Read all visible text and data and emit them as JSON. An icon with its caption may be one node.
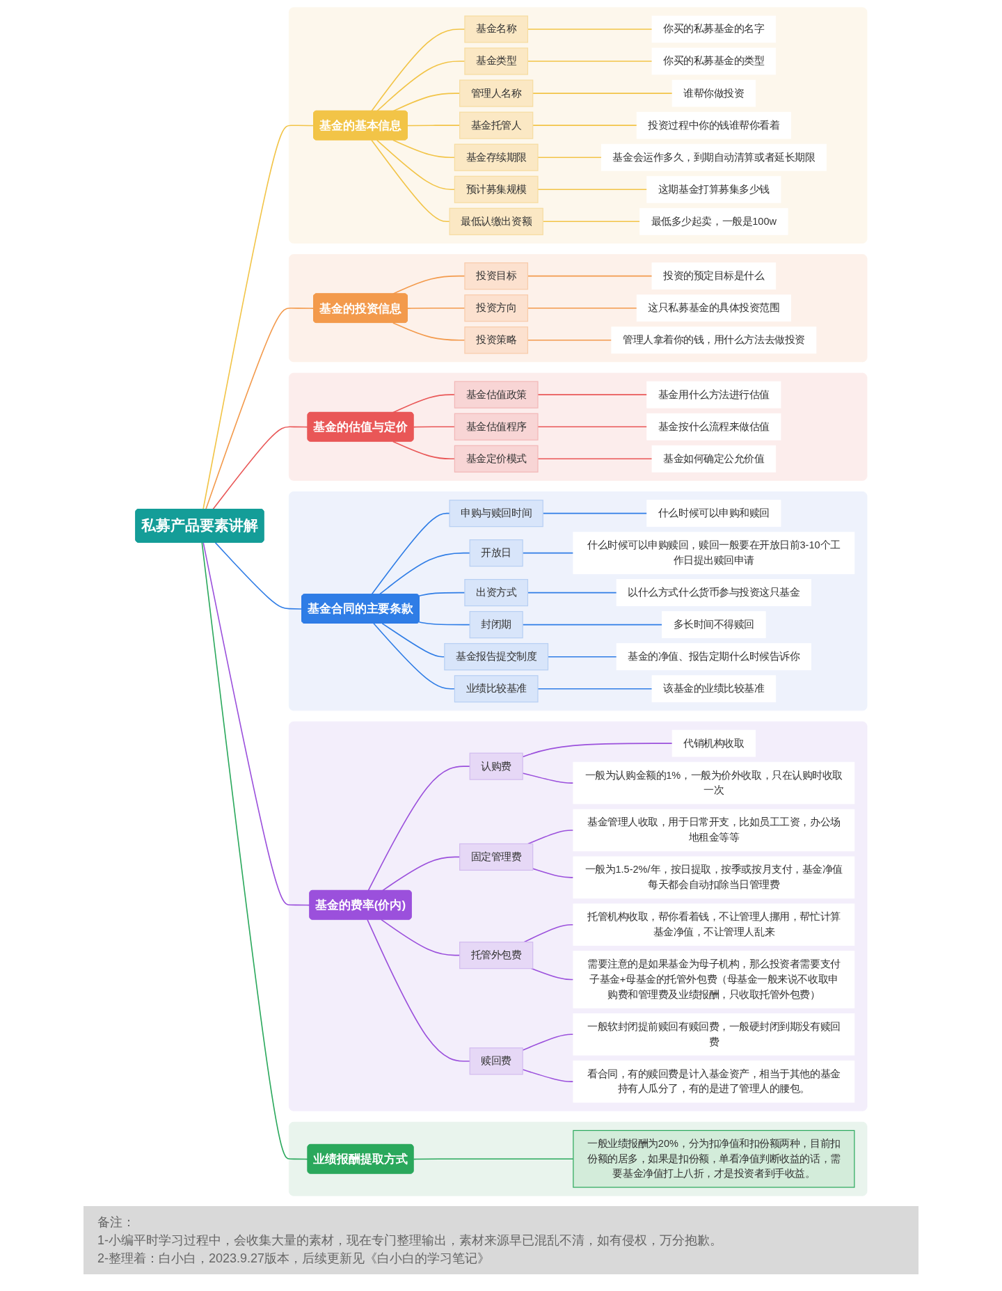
{
  "diagram": {
    "nodes": [
      {
        "text": [
          "私募产品要素讲解"
        ]
      },
      {
        "text": [],
        "shape": "box"
      },
      {
        "text": [
          "基金的基本信息"
        ],
        "in": 1
      },
      {
        "text": [
          "基金名称"
        ],
        "in": 1
      },
      {
        "text": [
          "你买的私募基金的名字"
        ],
        "in": 1
      },
      {
        "text": [
          "基金类型"
        ],
        "in": 1
      },
      {
        "text": [
          "你买的私募基金的类型"
        ],
        "in": 1
      },
      {
        "text": [
          "管理人名称"
        ],
        "in": 1
      },
      {
        "text": [
          "谁帮你做投资"
        ],
        "in": 1
      },
      {
        "text": [
          "基金托管人"
        ],
        "in": 1
      },
      {
        "text": [
          "投资过程中你的钱谁帮你看着"
        ],
        "in": 1
      },
      {
        "text": [
          "基金存续期限"
        ],
        "in": 1
      },
      {
        "text": [
          "基金会运作多久，到期自动清算或者延长期限"
        ],
        "in": 1
      },
      {
        "text": [
          "预计募集规模"
        ],
        "in": 1
      },
      {
        "text": [
          "这期基金打算募集多少钱"
        ],
        "in": 1
      },
      {
        "text": [
          "最低认缴出资额"
        ],
        "in": 1
      },
      {
        "text": [
          "最低多少起卖，一般是100w"
        ],
        "in": 1
      },
      {
        "text": [],
        "shape": "box"
      },
      {
        "text": [
          "基金的投资信息"
        ],
        "in": 17
      },
      {
        "text": [
          "投资目标"
        ],
        "in": 17
      },
      {
        "text": [
          "投资的预定目标是什么"
        ],
        "in": 17
      },
      {
        "text": [
          "投资方向"
        ],
        "in": 17
      },
      {
        "text": [
          "这只私募基金的具体投资范围"
        ],
        "in": 17
      },
      {
        "text": [
          "投资策略"
        ],
        "in": 17
      },
      {
        "text": [
          "管理人拿着你的钱，用什么方法去做投资"
        ],
        "in": 17
      },
      {
        "text": [],
        "shape": "box"
      },
      {
        "text": [
          "基金的估值与定价"
        ],
        "in": 25
      },
      {
        "text": [
          "基金估值政策"
        ],
        "in": 25
      },
      {
        "text": [
          "基金用什么方法进行估值"
        ],
        "in": 25
      },
      {
        "text": [
          "基金估值程序"
        ],
        "in": 25
      },
      {
        "text": [
          "基金按什么流程来做估值"
        ],
        "in": 25
      },
      {
        "text": [
          "基金定价模式"
        ],
        "in": 25
      },
      {
        "text": [
          "基金如何确定公允价值"
        ],
        "in": 25
      },
      {
        "text": [],
        "shape": "box"
      },
      {
        "text": [
          "基金合同的主要条款"
        ],
        "in": 33
      },
      {
        "text": [
          "申购与赎回时间"
        ],
        "in": 33
      },
      {
        "text": [
          "什么时候可以申购和赎回"
        ],
        "in": 33
      },
      {
        "text": [
          "开放日"
        ],
        "in": 33
      },
      {
        "text": [
          "什么时候可以申购赎回，赎回一般要在开放日前3-10个工作日提出赎回申请"
        ],
        "in": 33
      },
      {
        "text": [
          "出资方式"
        ],
        "in": 33
      },
      {
        "text": [
          "以什么方式什么货币参与投资这只基金"
        ],
        "in": 33
      },
      {
        "text": [
          "封闭期"
        ],
        "in": 33
      },
      {
        "text": [
          "多长时间不得赎回"
        ],
        "in": 33
      },
      {
        "text": [
          "基金报告提交制度"
        ],
        "in": 33
      },
      {
        "text": [
          "基金的净值、报告定期什么时候告诉你"
        ],
        "in": 33
      },
      {
        "text": [
          "业绩比较基准"
        ],
        "in": 33
      },
      {
        "text": [
          "该基金的业绩比较基准"
        ],
        "in": 33
      },
      {
        "text": [],
        "shape": "box"
      },
      {
        "text": [
          "基金的费率(价内)"
        ],
        "in": 47
      },
      {
        "text": [
          "认购费"
        ],
        "in": 47
      },
      {
        "text": [
          "代销机构收取"
        ],
        "in": 47
      },
      {
        "text": [
          "一般为认购金额的1%，一般为价外收取，只在认购时收取一次"
        ],
        "in": 47
      },
      {
        "text": [
          "固定管理费"
        ],
        "in": 47
      },
      {
        "text": [
          "基金管理人收取，用于日常开支，比如员工工资，办公场地租金等等"
        ],
        "in": 47
      },
      {
        "text": [
          "一般为1.5-2%/年，按日提取，按季或按月支付，基金净值每天都会自动扣除当日管理费"
        ],
        "in": 47
      },
      {
        "text": [
          "托管外包费"
        ],
        "in": 47
      },
      {
        "text": [
          "托管机构收取，帮你看着钱，不让管理人挪用，帮忙计算基金净值，不让管理人乱来"
        ],
        "in": 47
      },
      {
        "text": [
          "需要注意的是如果基金为母子机构，那么投资者需要支付子基金+母基金的托管外包费（母基金一般来说不收取申购费和管理费及业绩报酬，只收取托管外包费）"
        ],
        "in": 47
      },
      {
        "text": [
          "赎回费"
        ],
        "in": 47
      },
      {
        "text": [
          "一般软封闭提前赎回有赎回费，一般硬封闭到期没有赎回费"
        ],
        "in": 47
      },
      {
        "text": [
          "看合同，有的赎回费是计入基金资产，相当于其他的基金持有人瓜分了，有的是进了管理人的腰包。"
        ],
        "in": 47
      },
      {
        "text": [],
        "shape": "box"
      },
      {
        "text": [
          "业绩报酬提取方式"
        ],
        "in": 61
      },
      {
        "text": [
          "一般业绩报酬为20%，分为扣净值和扣份额两种，目前扣份额的居多，如果是扣份额，单看净值判断收益的话，需要基金净值打上八折，才是投资者到手收益。"
        ],
        "in": 61
      }
    ],
    "edges": [
      {
        "from": 0,
        "to": 2,
        "arrow": "none"
      },
      {
        "from": 2,
        "to": 3,
        "arrow": "none"
      },
      {
        "from": 3,
        "to": 4,
        "arrow": "none"
      },
      {
        "from": 2,
        "to": 5,
        "arrow": "none"
      },
      {
        "from": 5,
        "to": 6,
        "arrow": "none"
      },
      {
        "from": 2,
        "to": 7,
        "arrow": "none"
      },
      {
        "from": 7,
        "to": 8,
        "arrow": "none"
      },
      {
        "from": 2,
        "to": 9,
        "arrow": "none"
      },
      {
        "from": 9,
        "to": 10,
        "arrow": "none"
      },
      {
        "from": 2,
        "to": 11,
        "arrow": "none"
      },
      {
        "from": 11,
        "to": 12,
        "arrow": "none"
      },
      {
        "from": 2,
        "to": 13,
        "arrow": "none"
      },
      {
        "from": 13,
        "to": 14,
        "arrow": "none"
      },
      {
        "from": 2,
        "to": 15,
        "arrow": "none"
      },
      {
        "from": 15,
        "to": 16,
        "arrow": "none"
      },
      {
        "from": 0,
        "to": 18,
        "arrow": "none",
        "color": "#f39a4c"
      },
      {
        "from": 18,
        "to": 19,
        "arrow": "none",
        "color": "#f39a4c"
      },
      {
        "from": 19,
        "to": 20,
        "arrow": "none",
        "color": "#f39a4c"
      },
      {
        "from": 18,
        "to": 21,
        "arrow": "none",
        "color": "#f39a4c"
      },
      {
        "from": 21,
        "to": 22,
        "arrow": "none",
        "color": "#f39a4c"
      },
      {
        "from": 18,
        "to": 23,
        "arrow": "none",
        "color": "#f39a4c"
      },
      {
        "from": 23,
        "to": 24,
        "arrow": "none",
        "color": "#f39a4c"
      },
      {
        "from": 0,
        "to": 26,
        "arrow": "none",
        "color": "#e95757"
      },
      {
        "from": 26,
        "to": 27,
        "arrow": "none",
        "color": "#e95757"
      },
      {
        "from": 27,
        "to": 28,
        "arrow": "none",
        "color": "#e95757"
      },
      {
        "from": 26,
        "to": 29,
        "arrow": "none",
        "color": "#e95757"
      },
      {
        "from": 29,
        "to": 30,
        "arrow": "none",
        "color": "#e95757"
      },
      {
        "from": 26,
        "to": 31,
        "arrow": "none",
        "color": "#e95757"
      },
      {
        "from": 31,
        "to": 32,
        "arrow": "none",
        "color": "#e95757"
      },
      {
        "from": 0,
        "to": 34,
        "arrow": "none",
        "color": "#2f7de6"
      },
      {
        "from": 34,
        "to": 35,
        "arrow": "none",
        "color": "#2f7de6"
      },
      {
        "from": 35,
        "to": 36,
        "arrow": "none",
        "color": "#2f7de6"
      },
      {
        "from": 34,
        "to": 37,
        "arrow": "none",
        "color": "#2f7de6"
      },
      {
        "from": 37,
        "to": 38,
        "arrow": "none",
        "color": "#2f7de6"
      },
      {
        "from": 34,
        "to": 39,
        "arrow": "none",
        "color": "#2f7de6"
      },
      {
        "from": 39,
        "to": 40,
        "arrow": "none",
        "color": "#2f7de6"
      },
      {
        "from": 34,
        "to": 41,
        "arrow": "none",
        "color": "#2f7de6"
      },
      {
        "from": 41,
        "to": 42,
        "arrow": "none",
        "color": "#2f7de6"
      },
      {
        "from": 34,
        "to": 43,
        "arrow": "none",
        "color": "#2f7de6"
      },
      {
        "from": 43,
        "to": 44,
        "arrow": "none",
        "color": "#2f7de6"
      },
      {
        "from": 34,
        "to": 45,
        "arrow": "none",
        "color": "#2f7de6"
      },
      {
        "from": 45,
        "to": 46,
        "arrow": "none",
        "color": "#2f7de6"
      },
      {
        "from": 0,
        "to": 48,
        "arrow": "none",
        "color": "#9b50dc"
      },
      {
        "from": 48,
        "to": 49,
        "arrow": "none",
        "color": "#9b50dc"
      },
      {
        "from": 49,
        "to": 50,
        "arrow": "none",
        "color": "#9b50dc"
      },
      {
        "from": 49,
        "to": 51,
        "arrow": "none",
        "color": "#9b50dc"
      },
      {
        "from": 48,
        "to": 52,
        "arrow": "none",
        "color": "#9b50dc"
      },
      {
        "from": 52,
        "to": 53,
        "arrow": "none",
        "color": "#9b50dc"
      },
      {
        "from": 52,
        "to": 54,
        "arrow": "none",
        "color": "#9b50dc"
      },
      {
        "from": 48,
        "to": 55,
        "arrow": "none",
        "color": "#9b50dc"
      },
      {
        "from": 55,
        "to": 56,
        "arrow": "none",
        "color": "#9b50dc"
      },
      {
        "from": 55,
        "to": 57,
        "arrow": "none",
        "color": "#9b50dc"
      },
      {
        "from": 48,
        "to": 58,
        "arrow": "none",
        "color": "#9b50dc"
      },
      {
        "from": 58,
        "to": 59,
        "arrow": "none",
        "color": "#9b50dc"
      },
      {
        "from": 58,
        "to": 60,
        "arrow": "none",
        "color": "#9b50dc"
      },
      {
        "from": 0,
        "to": 62,
        "arrow": "none",
        "color": "#2aa85c"
      },
      {
        "from": 62,
        "to": 63,
        "arrow": "none",
        "color": "#2aa85c"
      }
    ],
    "labels": [
      "备注：",
      "1-小编平时学习过程中，会收集大量的素材，现在专门整理输出，素材来源早已混乱不清，如有侵权，万分抱歉。",
      "2-整理着：白小白，2023.9.27版本，后续更新见《白小白的学习笔记》"
    ]
  }
}
